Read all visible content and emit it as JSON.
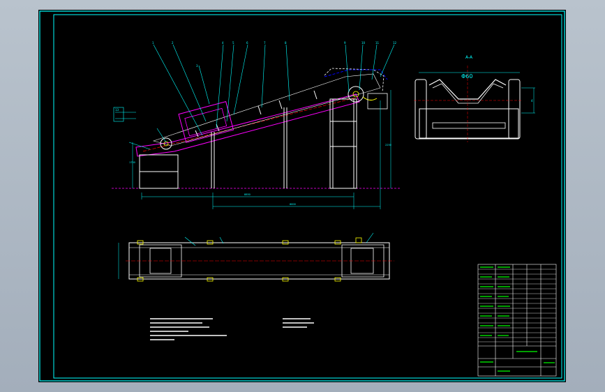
{
  "drawing": {
    "section_label": "A-A",
    "diameter_label": "Φ60",
    "dim_small": "4",
    "dim_h1": "2250",
    "dim_h2": "1750",
    "dim_w1": "8850",
    "dim_w2": "6600",
    "callouts": [
      "1",
      "2",
      "3",
      "4",
      "5",
      "6",
      "7",
      "8",
      "9",
      "10",
      "11",
      "12",
      "13"
    ]
  },
  "colors": {
    "sheet": "#000000",
    "frame": "#00ffff",
    "belt": "#ff00ff",
    "structure": "#ffffff",
    "center": "#ff0000",
    "leader": "#00ffff"
  }
}
